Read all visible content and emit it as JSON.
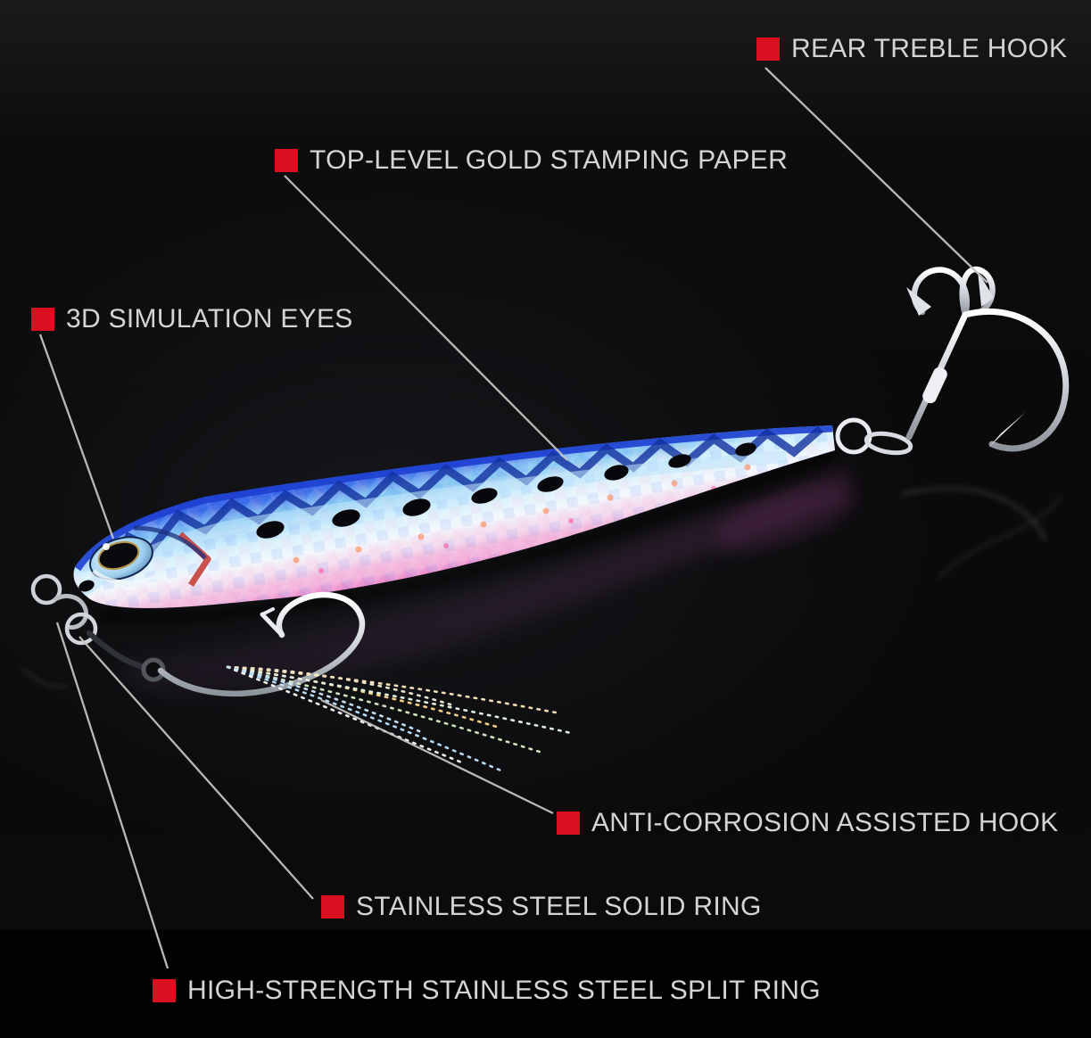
{
  "figure": {
    "subject": "Metal jig fishing lure — annotated product features",
    "background_color": "#0b0b0c",
    "bottom_bar_color": "#020202",
    "bullet_color": "#d8101f",
    "label_color": "#d4d4d4",
    "leader_line_color": "#c2c2c2"
  },
  "callouts": [
    {
      "id": "rear-treble-hook",
      "label": "REAR TREBLE HOOK"
    },
    {
      "id": "gold-stamping-paper",
      "label": "TOP-LEVEL GOLD STAMPING PAPER"
    },
    {
      "id": "simulation-eyes",
      "label": "3D SIMULATION EYES"
    },
    {
      "id": "assisted-hook",
      "label": "ANTI-CORROSION ASSISTED HOOK"
    },
    {
      "id": "solid-ring",
      "label": "STAINLESS STEEL SOLID RING"
    },
    {
      "id": "split-ring",
      "label": "HIGH-STRENGTH STAINLESS STEEL SPLIT RING"
    }
  ],
  "lure": {
    "type": "fish-shaped metal jig with assist hook and rear treble hook",
    "back_color": "#2f62e8",
    "mid_color": "#d9eefb",
    "belly_color": "#e263bc",
    "spot_color": "#07070c",
    "hardware_color": "#d9dde3",
    "gill_mark_color": "#c63f3a"
  }
}
